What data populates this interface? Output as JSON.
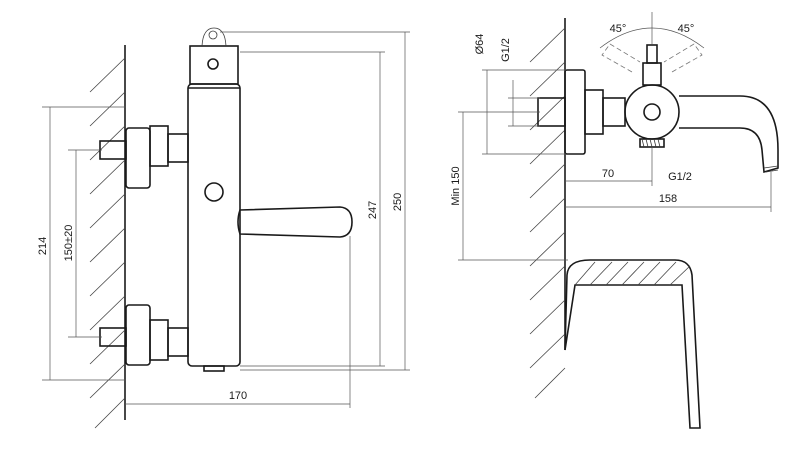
{
  "dimensions": {
    "width_170": "170",
    "height_247": "247",
    "height_250": "250",
    "height_214": "214",
    "spacing_150": "150±20",
    "diameter_64": "Ø64",
    "thread_top": "G1/2",
    "thread_bottom": "G1/2",
    "depth_70": "70",
    "spout_158": "158",
    "min_150": "Min 150",
    "angle_left": "45°",
    "angle_right": "45°"
  },
  "colors": {
    "line": "#1a1a1a",
    "background": "#ffffff"
  }
}
